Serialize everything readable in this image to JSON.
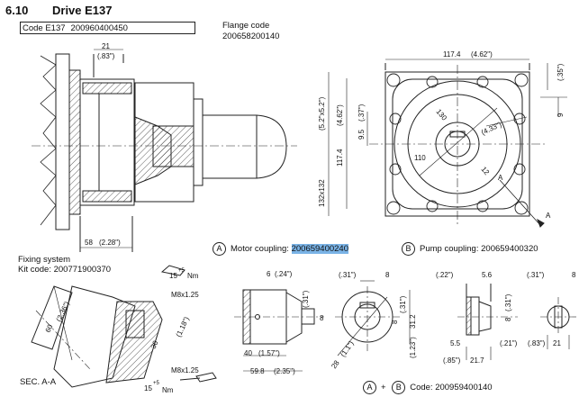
{
  "header": {
    "section_number": "6.10",
    "title": "Drive E137"
  },
  "code_box": {
    "label": "Code E137",
    "value": "200960400450"
  },
  "flange": {
    "label": "Flange code",
    "value": "200658200140"
  },
  "fixing": {
    "line1": "Fixing system",
    "line2": "Kit code: 200771900370"
  },
  "section_label": "SEC. A-A",
  "motor_coupling": {
    "marker": "A",
    "label": "Motor coupling: ",
    "code": "200659400240"
  },
  "pump_coupling": {
    "marker": "B",
    "label": "Pump coupling: 200659400320"
  },
  "combo_code": {
    "marker_a": "A",
    "plus": "+",
    "marker_b": "B",
    "label": "Code: 200959400140"
  },
  "side_view": {
    "dim_top": "21",
    "dim_top_in": "(.83\")",
    "dim_bottom": "58",
    "dim_bottom_in": "(2.28\")"
  },
  "front_view": {
    "dim_width": "117.4",
    "dim_width_in": "(4.62\")",
    "dim_height": "132x132",
    "dim_height_in": "(5.2\"x5.2\")",
    "dim_inner": "117.4",
    "dim_inner_in": "(4.62\")",
    "dim_bolt": "9.5",
    "dim_bolt_in": "(.37\")",
    "dim_r130": "130",
    "dim_r110": "110",
    "dim_r12": "12",
    "dim_433": "(4.33\")",
    "dim_right": "9",
    "dim_right_in": "(.35\")",
    "cut_a1": "A",
    "cut_a2": "A"
  },
  "fixing_detail": {
    "torque_top": "15",
    "torque_top_sup": "+5",
    "torque_top_unit": "Nm",
    "bolt_top": "M8x1.25",
    "dim_60": "60",
    "dim_60_in": "(2.36\")",
    "dim_30": "30",
    "dim_30_in": "(1.18\")",
    "bolt_bottom": "M8x1.25",
    "torque_bottom": "15",
    "torque_bottom_sup": "+5",
    "torque_bottom_unit": "Nm"
  },
  "motor_coupling_view": {
    "dim_6": "6",
    "dim_6_in": "(.24\")",
    "dim_31": "(.31\")",
    "dim_8": "8",
    "dim_40": "40",
    "dim_40_in": "(1.57\")",
    "dim_59": "59.8",
    "dim_59_in": "(2.35\")"
  },
  "motor_coupling_end": {
    "dim_31_top": "(.31\")",
    "dim_8_top": "8",
    "dim_8_right": "8",
    "dim_31_right": "(.31\")",
    "dim_312": "31.2",
    "dim_123": "(1.23\")",
    "dim_28": "28",
    "dim_11": "(1.1\")"
  },
  "pump_coupling_view": {
    "dim_22": "(.22\")",
    "dim_56": "5.6",
    "dim_8": "8",
    "dim_31": "(.31\")",
    "dim_55": "5.5",
    "dim_21": "(.21\")",
    "dim_85": "(.85\")",
    "dim_217": "21.7"
  },
  "pump_coupling_end": {
    "dim_31_top": "(.31\")",
    "dim_8_top": "8",
    "dim_83": "(.83\")",
    "dim_21": "21"
  }
}
